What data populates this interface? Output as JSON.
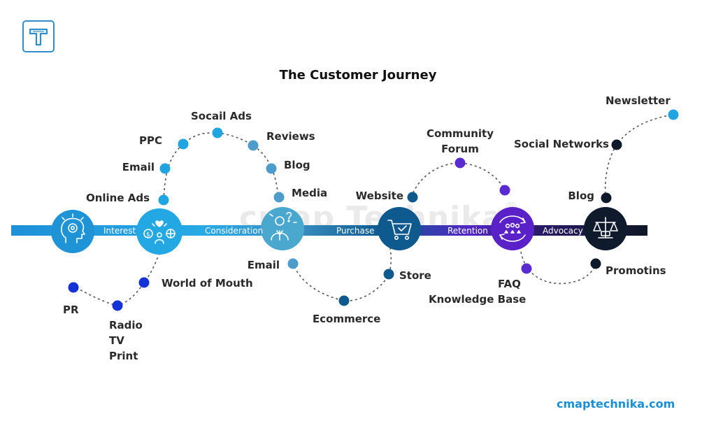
{
  "title": "The Customer Journey",
  "watermark": {
    "text": "cmap Technika",
    "mark": "®"
  },
  "website": "cmaptechnika.com",
  "logo": {
    "letter": "T",
    "color": "#2f8fc9"
  },
  "stages": [
    {
      "label": "Interest",
      "icon": "brain-target-icon",
      "color": "#1e94d6"
    },
    {
      "label": "Consideration",
      "icon": "social-network-icon",
      "color": "#24a8e3"
    },
    {
      "label": "",
      "icon": "thinking-person-icon",
      "color": "#4aa8cf"
    },
    {
      "label": "Purchase",
      "icon": "shopping-cart-icon",
      "color": "#0e5a8e"
    },
    {
      "label": "Retention",
      "icon": "customer-loop-icon",
      "color": "#5b21c8"
    },
    {
      "label": "Advocacy",
      "icon": "scales-icon",
      "color": "#0f1b2c"
    }
  ],
  "touchpoints": {
    "online_ads": "Online Ads",
    "email_1": "Email",
    "ppc": "PPC",
    "social_ads": "Socail Ads",
    "reviews": "Reviews",
    "blog_1": "Blog",
    "media": "Media",
    "world_of_mouth": "World of Mouth",
    "pr": "PR",
    "radio": "Radio",
    "tv": "TV",
    "print": "Print",
    "email_2": "Email",
    "ecommerce": "Ecommerce",
    "store": "Store",
    "website": "Website",
    "community_1": "Community",
    "community_2": "Forum",
    "faq": "FAQ",
    "knowledge_base": "Knowledge Base",
    "social_networks": "Social Networks",
    "newsletter": "Newsletter",
    "blog_2": "Blog",
    "promotions": "Promotins"
  },
  "colors": {
    "dot_light": "#20a4e2",
    "dot_steel": "#4d9ccc",
    "dot_blue": "#1433d6",
    "dot_navy": "#0e5a8e",
    "dot_purple": "#5a2bd0",
    "dot_dark": "#0e1a2a"
  }
}
